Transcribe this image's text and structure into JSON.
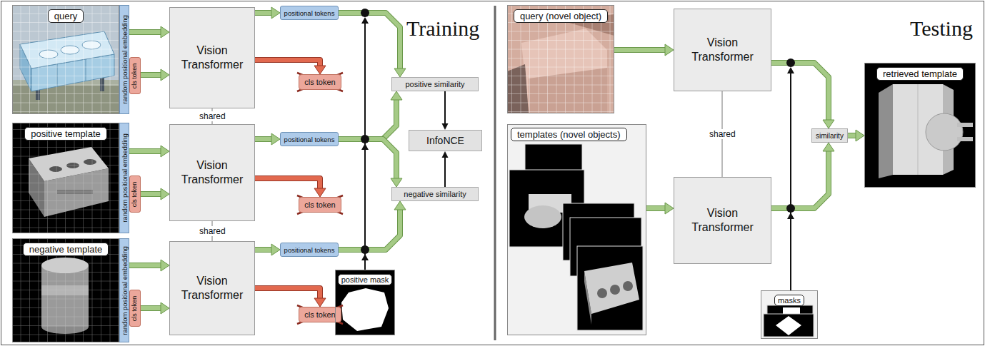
{
  "diagram": {
    "nodes": [
      {
        "text": [
          "query"
        ]
      },
      {
        "text": [
          "random positional embedding"
        ]
      },
      {
        "text": [
          "cls token"
        ]
      },
      {
        "text": [
          "Vision Transformer"
        ]
      },
      {
        "text": [
          "positional tokens"
        ]
      },
      {
        "text": [
          "cls token"
        ]
      },
      {
        "text": [
          "positive template"
        ]
      },
      {
        "text": [
          "random positional embedding"
        ]
      },
      {
        "text": [
          "cls token"
        ]
      },
      {
        "text": [
          "Vision Transformer"
        ]
      },
      {
        "text": [
          "positional tokens"
        ]
      },
      {
        "text": [
          "cls token"
        ]
      },
      {
        "text": [
          "negative template"
        ]
      },
      {
        "text": [
          "random positional embedding"
        ]
      },
      {
        "text": [
          "cls token"
        ]
      },
      {
        "text": [
          "Vision Transformer"
        ]
      },
      {
        "text": [
          "positional tokens"
        ]
      },
      {
        "text": [
          "cls token"
        ]
      },
      {
        "text": [
          "positive similarity"
        ]
      },
      {
        "text": [
          "InfoNCE"
        ]
      },
      {
        "text": [
          "negative similarity"
        ]
      },
      {
        "text": [
          "positive mask"
        ]
      },
      {
        "text": [
          "query (novel object)"
        ]
      },
      {
        "text": [
          "Vision Transformer"
        ]
      },
      {
        "text": [
          "templates (novel objects)"
        ]
      },
      {
        "text": [
          "Vision Transformer"
        ]
      },
      {
        "text": [
          "masks"
        ]
      },
      {
        "text": [
          "similarity"
        ]
      },
      {
        "text": [
          "retrieved template"
        ]
      }
    ],
    "edges": [
      {
        "from": 1,
        "to": 3,
        "arrow": "to"
      },
      {
        "from": 2,
        "to": 3,
        "arrow": "to"
      },
      {
        "from": 3,
        "to": 4,
        "arrow": "to"
      },
      {
        "from": 3,
        "to": 5,
        "arrow": "to"
      },
      {
        "from": 7,
        "to": 9,
        "arrow": "to"
      },
      {
        "from": 8,
        "to": 9,
        "arrow": "to"
      },
      {
        "from": 9,
        "to": 10,
        "arrow": "to"
      },
      {
        "from": 9,
        "to": 11,
        "arrow": "to"
      },
      {
        "from": 13,
        "to": 15,
        "arrow": "to"
      },
      {
        "from": 14,
        "to": 15,
        "arrow": "to"
      },
      {
        "from": 15,
        "to": 16,
        "arrow": "to"
      },
      {
        "from": 15,
        "to": 17,
        "arrow": "to"
      },
      {
        "from": 4,
        "to": 18,
        "arrow": "to"
      },
      {
        "from": 10,
        "to": 18,
        "arrow": "to"
      },
      {
        "from": 10,
        "to": 20,
        "arrow": "to"
      },
      {
        "from": 16,
        "to": 20,
        "arrow": "to"
      },
      {
        "from": 18,
        "to": 19,
        "arrow": "to"
      },
      {
        "from": 20,
        "to": 19,
        "arrow": "to"
      },
      {
        "from": 22,
        "to": 23,
        "arrow": "to"
      },
      {
        "from": 23,
        "to": 27,
        "arrow": "to"
      },
      {
        "from": 24,
        "to": 25,
        "arrow": "to"
      },
      {
        "from": 25,
        "to": 27,
        "arrow": "to"
      },
      {
        "from": 27,
        "to": 28,
        "arrow": "to"
      }
    ],
    "labels": [
      "Training",
      "shared",
      "shared",
      "Testing",
      "shared"
    ]
  }
}
